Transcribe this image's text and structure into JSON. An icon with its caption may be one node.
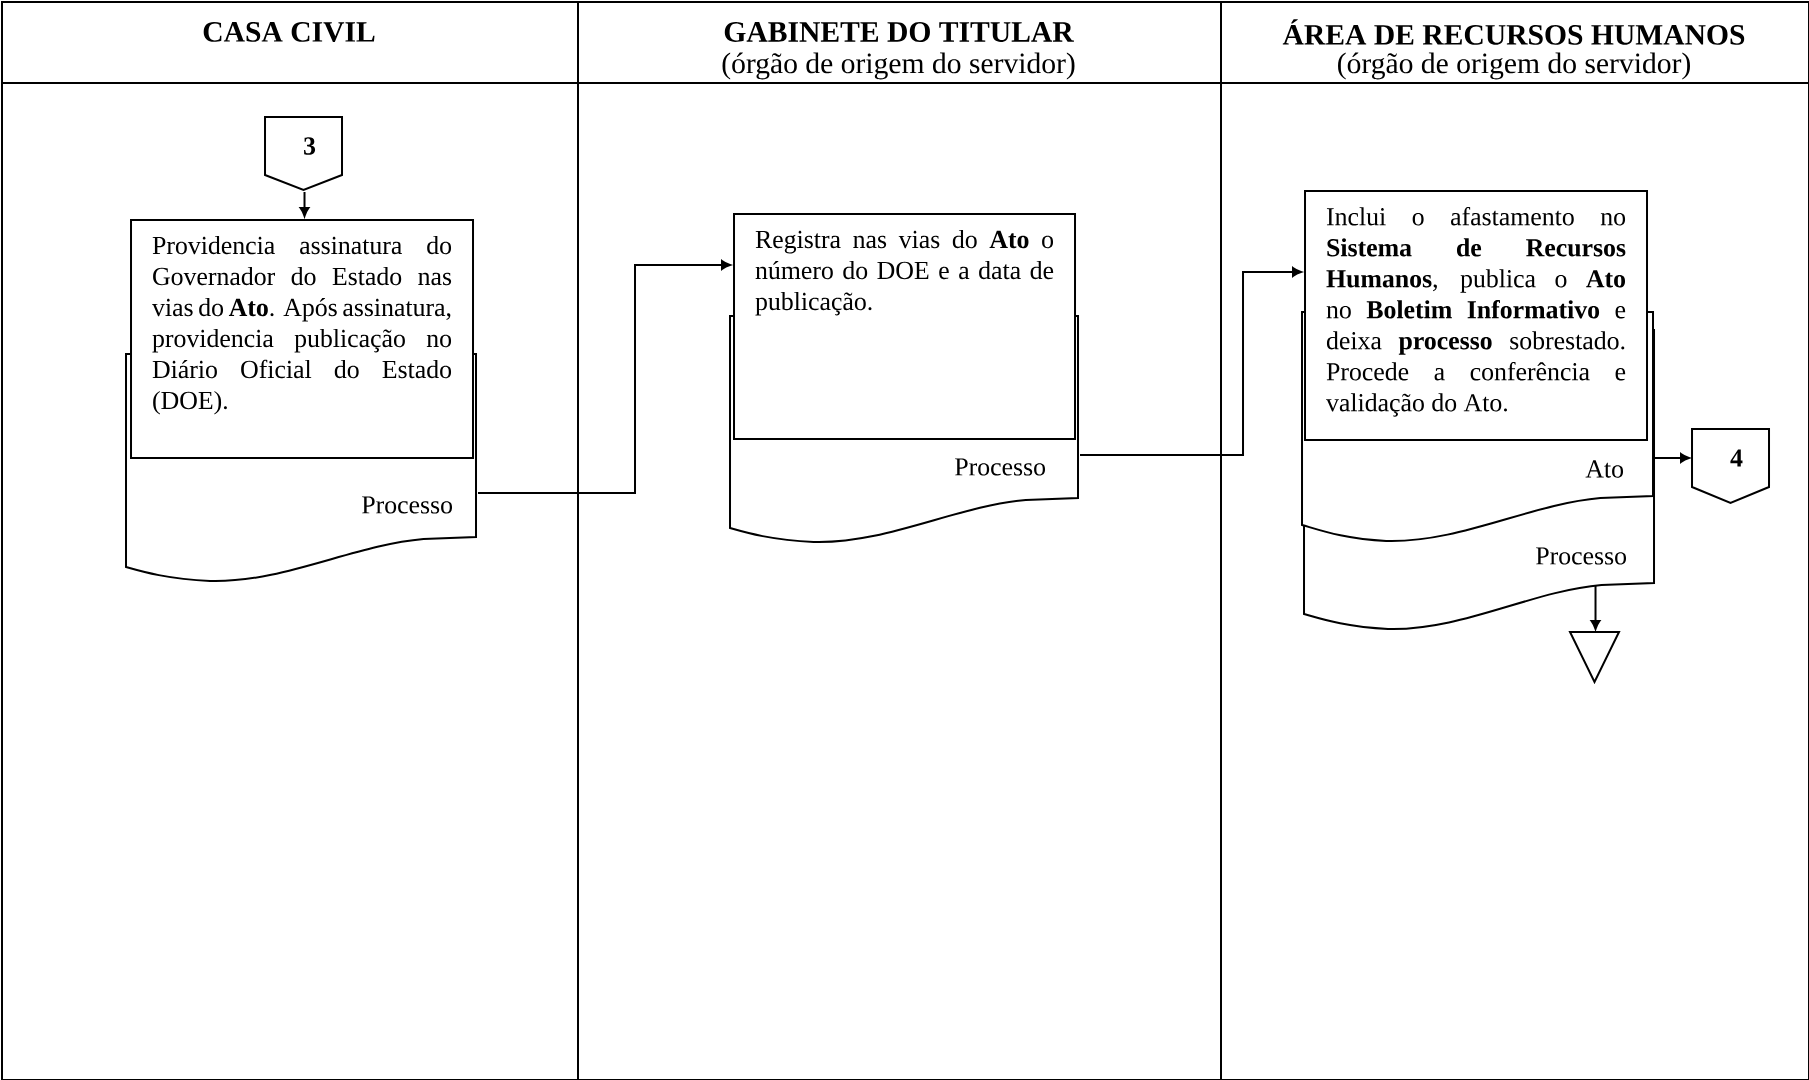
{
  "diagram": {
    "nodes": [
      {
        "text": [
          "CASA CIVIL"
        ]
      },
      {
        "text": [
          "GABINETE DO TITULAR",
          "(órgão de origem do servidor)"
        ]
      },
      {
        "text": [
          "ÁREA DE RECURSOS HUMANOS",
          "(órgão de origem do servidor)"
        ]
      },
      {
        "text": [
          "3"
        ],
        "in": 0
      },
      {
        "text": [
          "Providencia assinatura do Governador do Estado nas vias do **Ato**. Após assinatura, providencia publicação no Diário Oficial do Estado (DOE)."
        ],
        "in": 0
      },
      {
        "text": [
          "Processo"
        ],
        "in": 0
      },
      {
        "text": [
          "Registra nas vias do **Ato** o número do DOE e a data de publicação."
        ],
        "in": 1
      },
      {
        "text": [
          "Processo"
        ],
        "in": 1
      },
      {
        "text": [
          "Inclui o afastamento no **Sistema de Recursos Humanos**, publica o **Ato** no **Boletim Informativo** e deixa **processo** sobrestado. Procede a conferência e validação do Ato."
        ],
        "in": 2
      },
      {
        "text": [
          "Ato"
        ],
        "in": 2
      },
      {
        "text": [
          "Processo"
        ],
        "in": 2
      },
      {
        "text": [
          "4"
        ],
        "in": 2
      },
      {
        "text": [],
        "shape": "triangle",
        "in": 2
      }
    ],
    "edges": [
      {
        "from": 3,
        "to": 4,
        "arrow": "to"
      },
      {
        "from": 5,
        "to": 6,
        "arrow": "to"
      },
      {
        "from": 7,
        "to": 8,
        "arrow": "to"
      },
      {
        "from": 9,
        "to": 11,
        "arrow": "to"
      },
      {
        "from": 10,
        "to": 12,
        "arrow": "to"
      }
    ]
  }
}
